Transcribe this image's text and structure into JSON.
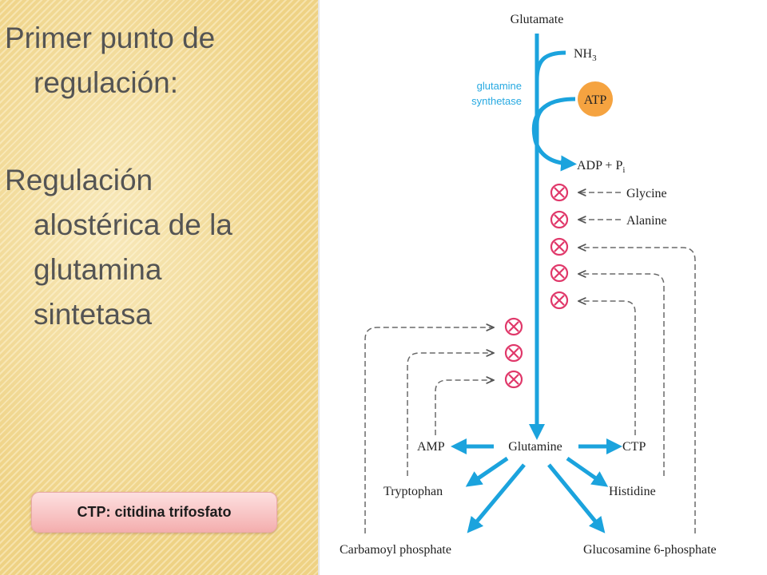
{
  "slide": {
    "heading_1_line_1": "Primer punto de",
    "heading_1_line_2": "regulación:",
    "heading_2_line_1": "Regulación",
    "heading_2_line_2": "alostérica de la",
    "heading_2_line_3": "glutamina",
    "heading_2_line_4": "sintetasa",
    "note_button": "CTP: citidina trifosfato"
  },
  "diagram": {
    "substrate": "Glutamate",
    "nh3": "NH",
    "nh3_sub": "3",
    "enzyme_line_1": "glutamine",
    "enzyme_line_2": "synthetase",
    "atp": "ATP",
    "adp": "ADP + P",
    "adp_sub": "i",
    "inhibitor_glycine": "Glycine",
    "inhibitor_alanine": "Alanine",
    "product": "Glutamine",
    "amp": "AMP",
    "ctp": "CTP",
    "tryptophan": "Tryptophan",
    "histidine": "Histidine",
    "carbamoyl": "Carbamoyl phosphate",
    "glucosamine": "Glucosamine 6-phosphate"
  },
  "colors": {
    "pathway_arrow": "#1ba3dd",
    "enzyme_label": "#27a9e1",
    "atp_circle": "#f5a340",
    "inhibition_symbol": "#e0386a",
    "dashed_feedback": "#6a6a6a",
    "slide_text": "#545454"
  }
}
